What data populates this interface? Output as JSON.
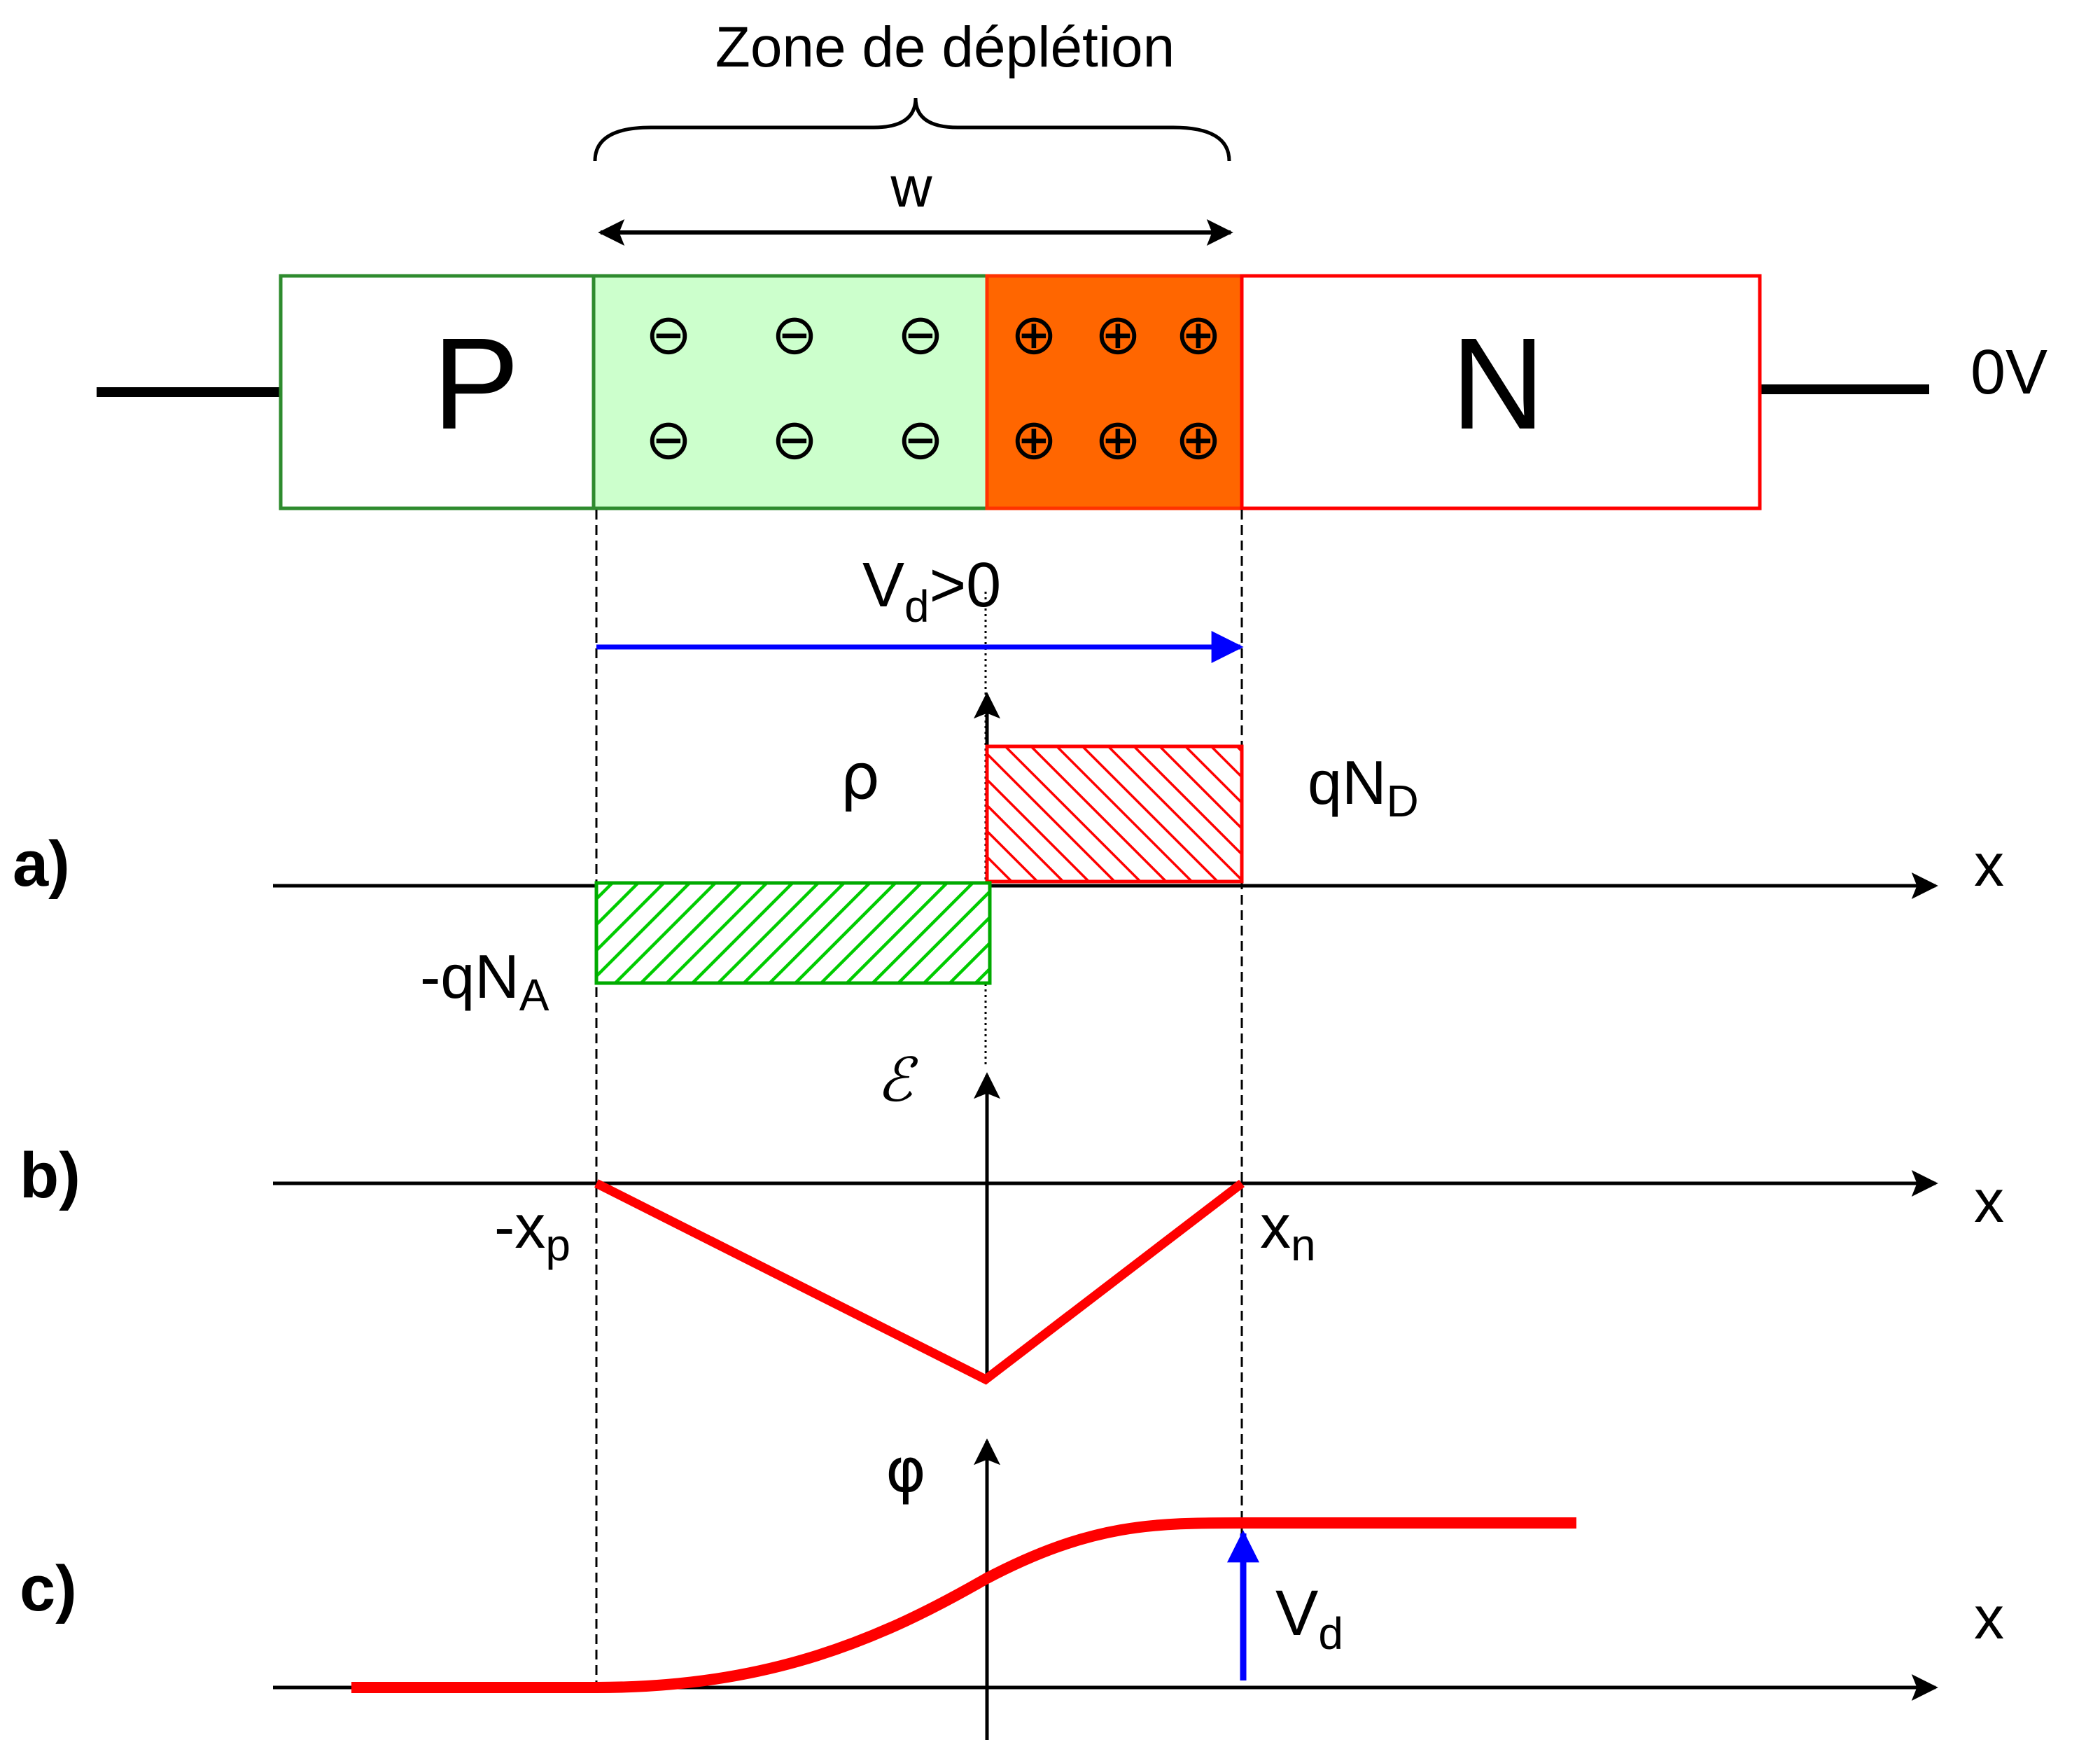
{
  "header": {
    "zone_label": "Zone de déplétion",
    "width_label": "w"
  },
  "regions": {
    "p_label": "P",
    "n_label": "N",
    "right_terminal_label": "0V"
  },
  "diffusion_voltage": {
    "v": "V",
    "sub": "d",
    "tail": ">0"
  },
  "charge_symbols": {
    "negative": "⊖",
    "positive": "⊕"
  },
  "panel_a": {
    "tag": "a)",
    "rho": "ρ",
    "qnd_main": "qN",
    "qnd_sub": "D",
    "qna_main": "-qN",
    "qna_sub": "A",
    "x_label": "x"
  },
  "panel_b": {
    "tag": "b)",
    "field": "ℰ",
    "xp_main": "-x",
    "xp_sub": "p",
    "xn_main": "x",
    "xn_sub": "n",
    "x_label": "x"
  },
  "panel_c": {
    "tag": "c)",
    "phi": "φ",
    "vd_main": "V",
    "vd_sub": "d",
    "x_label": "x"
  },
  "colors": {
    "p_region_border": "#2e8b2e",
    "p_depletion_fill": "#ccffcc",
    "n_depletion_fill": "#ff6600",
    "n_region_border": "#ff0000",
    "curve": "#ff0000",
    "arrow_blue": "#0000ff",
    "hatch_green": "#00cc00",
    "hatch_red": "#ff0000"
  }
}
